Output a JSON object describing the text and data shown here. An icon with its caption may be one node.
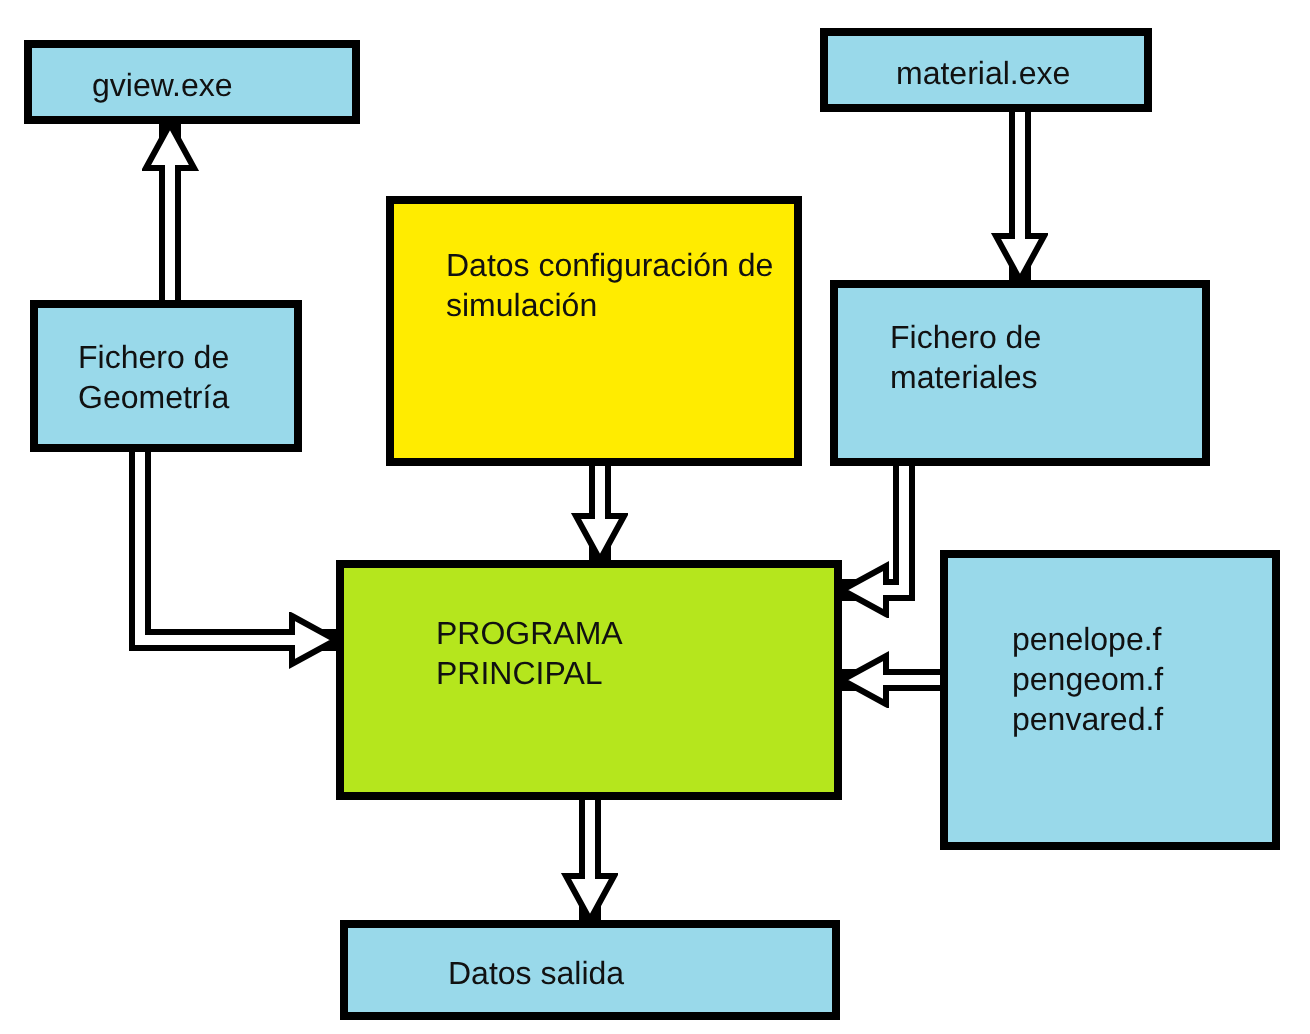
{
  "diagram": {
    "nodes": [
      {
        "text": [
          "gview.exe"
        ]
      },
      {
        "text": [
          "material.exe"
        ]
      },
      {
        "text": [
          "Fichero de Geometría"
        ]
      },
      {
        "text": [
          "Datos configuración de simulación"
        ]
      },
      {
        "text": [
          "Fichero de materiales"
        ]
      },
      {
        "text": [
          "PROGRAMA PRINCIPAL"
        ]
      },
      {
        "text": [
          "penelope.f pengeom.f penvared.f"
        ]
      },
      {
        "text": [
          "Datos salida"
        ]
      }
    ],
    "edges": [
      {
        "from": 2,
        "to": 0,
        "arrow": "to"
      },
      {
        "from": 1,
        "to": 4,
        "arrow": "to"
      },
      {
        "from": 3,
        "to": 5,
        "arrow": "to"
      },
      {
        "from": 4,
        "to": 5,
        "arrow": "to"
      },
      {
        "from": 2,
        "to": 5,
        "arrow": "to"
      },
      {
        "from": 6,
        "to": 5,
        "arrow": "to"
      },
      {
        "from": 5,
        "to": 7,
        "arrow": "to"
      }
    ]
  }
}
